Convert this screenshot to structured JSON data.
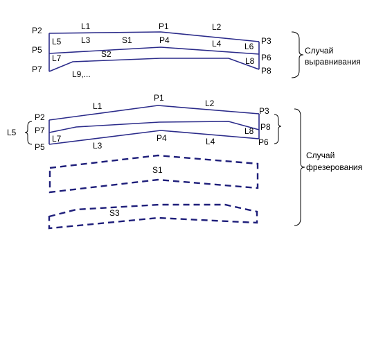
{
  "labels": {
    "P1": "P1",
    "P2": "P2",
    "P3": "P3",
    "P4": "P4",
    "P5": "P5",
    "P6": "P6",
    "P7": "P7",
    "P8": "P8",
    "L1": "L1",
    "L2": "L2",
    "L3": "L3",
    "L4": "L4",
    "L5": "L5",
    "L6": "L6",
    "L7": "L7",
    "L8": "L8",
    "L9": "L9,...",
    "S1": "S1",
    "S2": "S2",
    "S3": "S3"
  },
  "cases": {
    "leveling_line1": "Случай",
    "leveling_line2": "выравнивания",
    "milling_line1": "Случай",
    "milling_line2": "фрезерования"
  },
  "colors": {
    "line": "#2b2b8a",
    "dashed": "#1e1e7a"
  }
}
